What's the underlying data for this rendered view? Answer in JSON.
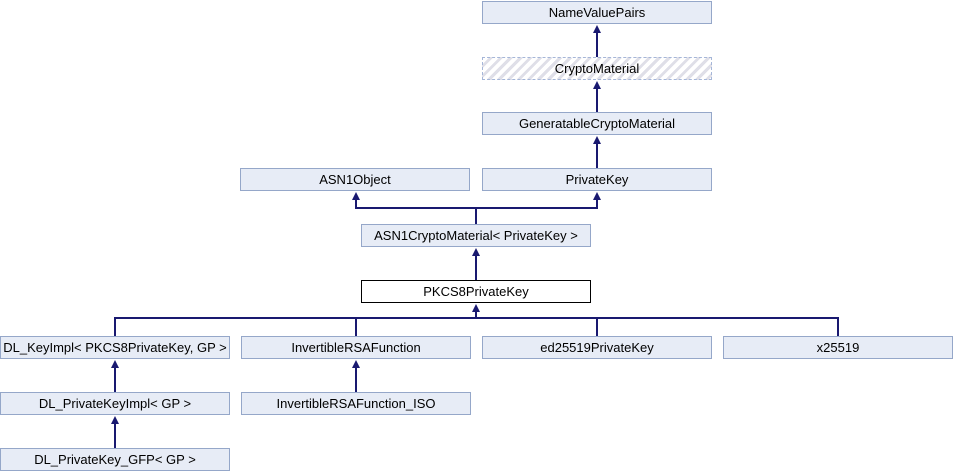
{
  "diagram": {
    "type": "class-inheritance-graph",
    "main_class": "PKCS8PrivateKey",
    "colors": {
      "node_fill": "#E7ECF6",
      "node_border": "#95A7C9",
      "dashed_border": "#A5B6D8",
      "hatch_stripe": "#DFDFE8",
      "main_border": "#000000",
      "edge": "#191970",
      "text": "#000000",
      "background": "#FFFFFF"
    },
    "nodes": {
      "name_value_pairs": {
        "label": "NameValuePairs"
      },
      "crypto_material": {
        "label": "CryptoMaterial"
      },
      "generatable_crypto_material": {
        "label": "GeneratableCryptoMaterial"
      },
      "asn1_object": {
        "label": "ASN1Object"
      },
      "private_key": {
        "label": "PrivateKey"
      },
      "asn1_crypto_material": {
        "label": "ASN1CryptoMaterial< PrivateKey >"
      },
      "pkcs8_private_key": {
        "label": "PKCS8PrivateKey"
      },
      "dl_key_impl": {
        "label": "DL_KeyImpl< PKCS8PrivateKey, GP >"
      },
      "invertible_rsa_function": {
        "label": "InvertibleRSAFunction"
      },
      "ed25519_private_key": {
        "label": "ed25519PrivateKey"
      },
      "x25519": {
        "label": "x25519"
      },
      "dl_private_key_impl": {
        "label": "DL_PrivateKeyImpl< GP >"
      },
      "invertible_rsa_function_iso": {
        "label": "InvertibleRSAFunction_ISO"
      },
      "dl_private_key_gfp": {
        "label": "DL_PrivateKey_GFP< GP >"
      }
    }
  }
}
